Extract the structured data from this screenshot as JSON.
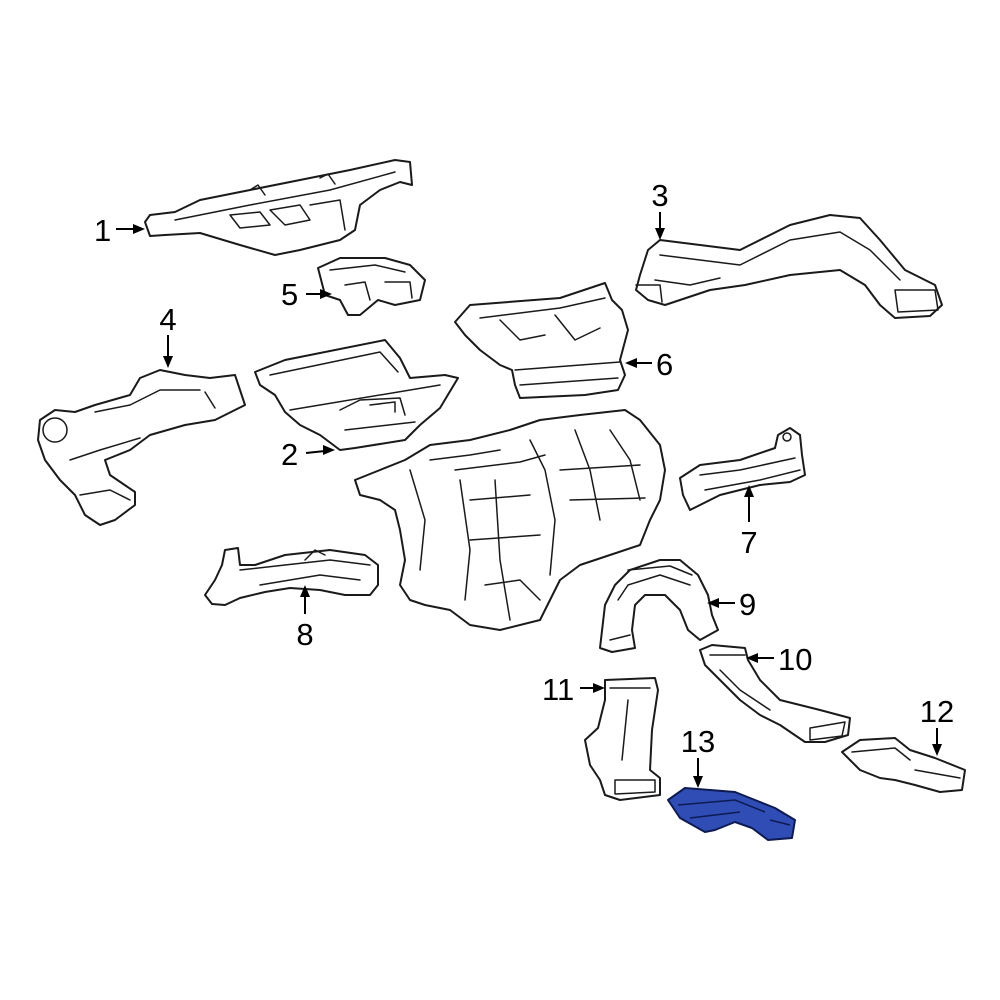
{
  "diagram": {
    "highlight_color": "#2f4db5",
    "line_color": "#1a1a1a",
    "callouts": [
      {
        "id": "1",
        "text": "1"
      },
      {
        "id": "2",
        "text": "2"
      },
      {
        "id": "3",
        "text": "3"
      },
      {
        "id": "4",
        "text": "4"
      },
      {
        "id": "5",
        "text": "5"
      },
      {
        "id": "6",
        "text": "6"
      },
      {
        "id": "7",
        "text": "7"
      },
      {
        "id": "8",
        "text": "8"
      },
      {
        "id": "9",
        "text": "9"
      },
      {
        "id": "10",
        "text": "10"
      },
      {
        "id": "11",
        "text": "11"
      },
      {
        "id": "12",
        "text": "12"
      },
      {
        "id": "13",
        "text": "13"
      }
    ],
    "highlighted_part": "13"
  }
}
